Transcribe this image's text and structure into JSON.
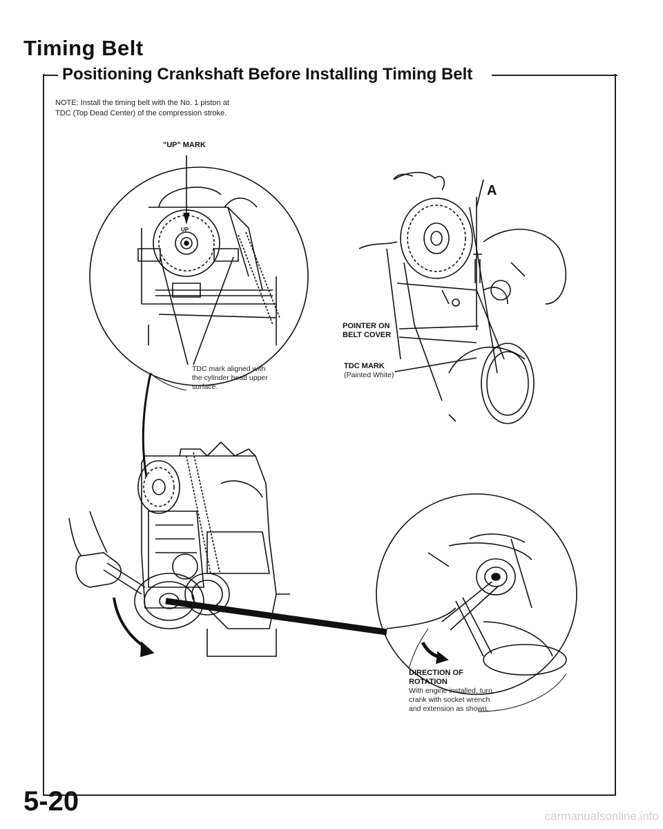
{
  "header": {
    "title": "Timing Belt",
    "section_title": "Positioning Crankshaft Before Installing Timing Belt"
  },
  "note": {
    "line1": "NOTE: Install the timing belt with the No. 1 piston at",
    "line2": "TDC (Top Dead Center) of the compression stroke."
  },
  "labels": {
    "up_mark": "\"UP\" MARK",
    "tdc_aligned_1": "TDC mark aligned with",
    "tdc_aligned_2": "the cylinder head upper",
    "tdc_aligned_3": "surface.",
    "pointer_1": "POINTER ON",
    "pointer_2": "BELT COVER",
    "tdc_mark": "TDC MARK",
    "painted_white": "(Painted White)",
    "direction_1": "DIRECTION OF",
    "direction_2": "ROTATION",
    "with_engine_1": "With engine installed, turn",
    "with_engine_2": "crank with socket wrench",
    "with_engine_3": "and extension as shown.",
    "cam_up": "UP",
    "symbol_a": "A"
  },
  "footer": {
    "page_number": "5-20",
    "watermark": "carmanualsonline.info"
  }
}
